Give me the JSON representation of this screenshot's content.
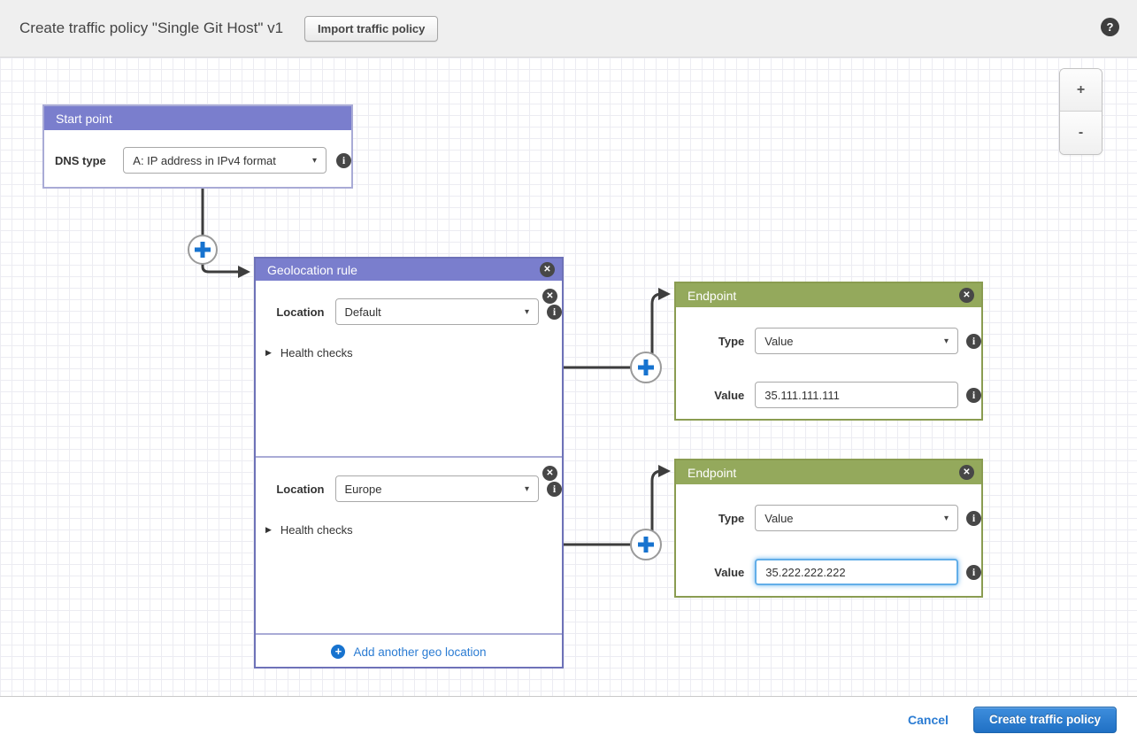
{
  "header": {
    "title": "Create traffic policy \"Single Git Host\" v1",
    "import_button": "Import traffic policy"
  },
  "zoom_controls": {
    "zoom_in": "+",
    "zoom_out": "-"
  },
  "start_point": {
    "title": "Start point",
    "dns_type_label": "DNS type",
    "dns_type_value": "A: IP address in IPv4 format"
  },
  "geolocation_rule": {
    "title": "Geolocation rule",
    "sections": [
      {
        "location_label": "Location",
        "location_value": "Default",
        "health_checks_label": "Health checks"
      },
      {
        "location_label": "Location",
        "location_value": "Europe",
        "health_checks_label": "Health checks"
      }
    ],
    "add_link": "Add another geo location"
  },
  "endpoints": [
    {
      "title": "Endpoint",
      "type_label": "Type",
      "type_value": "Value",
      "value_label": "Value",
      "value": "35.111.111.111"
    },
    {
      "title": "Endpoint",
      "type_label": "Type",
      "type_value": "Value",
      "value_label": "Value",
      "value": "35.222.222.222"
    }
  ],
  "footer": {
    "cancel": "Cancel",
    "create": "Create traffic policy"
  },
  "icons": {
    "help": "?",
    "close": "✕",
    "info": "i",
    "caret": "▾",
    "disclosure": "▶",
    "plus": "+"
  },
  "colors": {
    "rule_header": "#7a7ecd",
    "endpoint_header": "#94a95c",
    "connector": "#3d3d3d",
    "accent_blue": "#1773cf",
    "link_blue": "#2b7cd3",
    "primary_button": "#2070c4"
  }
}
